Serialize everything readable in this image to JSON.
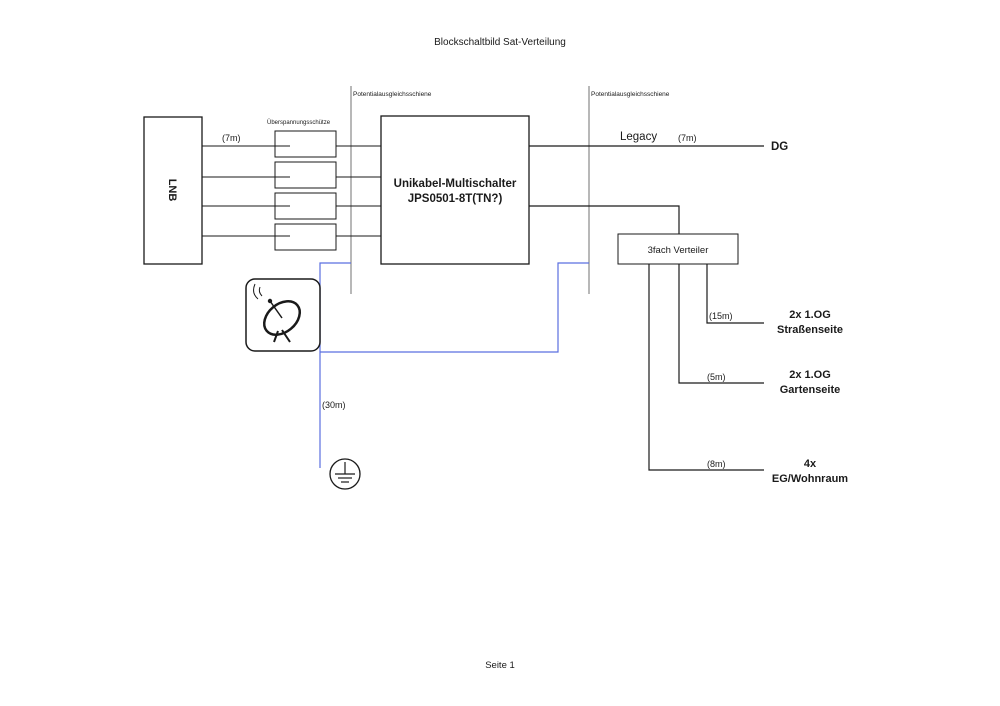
{
  "page": {
    "title": "Blockschaltbild Sat-Verteilung",
    "footer": "Seite 1"
  },
  "rails": {
    "left_label": "Potentialausgleichsschiene",
    "right_label": "Potentialausgleichsschiene"
  },
  "lnb": {
    "label": "LNB",
    "cable_length": "(7m)"
  },
  "surge": {
    "label": "Überspannungsschütze"
  },
  "multiswitch": {
    "line1": "Unikabel-Multischalter",
    "line2": "JPS0501-8T(TN?)"
  },
  "legacy": {
    "label": "Legacy",
    "length": "(7m)",
    "destination": "DG"
  },
  "splitter": {
    "label": "3fach Verteiler"
  },
  "outputs": [
    {
      "length": "(15m)",
      "line1": "2x 1.OG",
      "line2": "Straßenseite"
    },
    {
      "length": "(5m)",
      "line1": "2x 1.OG",
      "line2": "Gartenseite"
    },
    {
      "length": "(8m)",
      "line1": "4x",
      "line2": "EG/Wohnraum"
    }
  ],
  "ground": {
    "length": "(30m)"
  },
  "icons": {
    "dish": "satellite-dish-icon",
    "ground": "earth-ground-icon"
  },
  "colors": {
    "lines": "#1a1a1a",
    "grounding": "#5a6fe0"
  }
}
